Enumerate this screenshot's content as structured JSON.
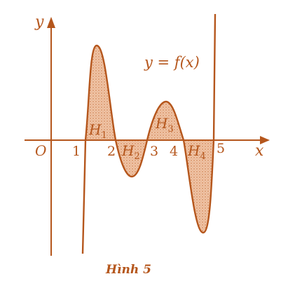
{
  "figure": {
    "axis_x_label": "x",
    "axis_y_label": "y",
    "origin_label": "O",
    "function_label": "y = f(x)",
    "ticks": [
      "1",
      "2",
      "3",
      "4",
      "5"
    ],
    "regions": [
      {
        "main": "H",
        "sub": "1"
      },
      {
        "main": "H",
        "sub": "2"
      },
      {
        "main": "H",
        "sub": "3"
      },
      {
        "main": "H",
        "sub": "4"
      }
    ],
    "caption": "Hình 5",
    "colors": {
      "stroke": "#b5561c",
      "fill": "#e7a983"
    }
  }
}
